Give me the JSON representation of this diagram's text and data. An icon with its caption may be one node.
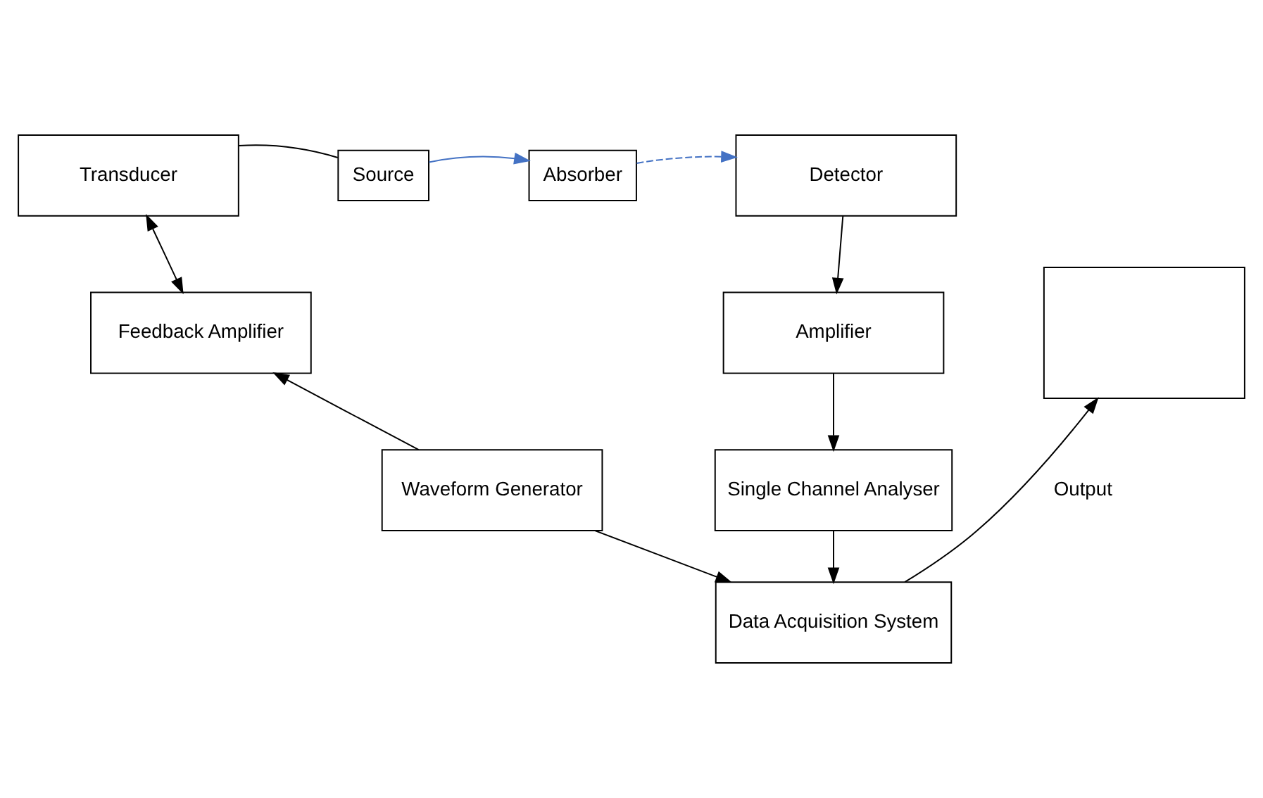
{
  "diagram": {
    "nodes": [
      {
        "text": [
          "Transducer"
        ]
      },
      {
        "text": [
          "Source"
        ]
      },
      {
        "text": [
          "Absorber"
        ]
      },
      {
        "text": [
          "Detector"
        ]
      },
      {
        "text": [
          "Feedback Amplifier"
        ]
      },
      {
        "text": [],
        "shape": "box"
      },
      {
        "text": [
          "Amplifier"
        ]
      },
      {
        "text": [
          "Waveform Generator"
        ]
      },
      {
        "text": [
          "Single Channel Analyser"
        ]
      },
      {
        "text": [
          "Data Acquisition System"
        ]
      }
    ],
    "edges": [
      {
        "from": 0,
        "to": 1,
        "arrow": "none"
      },
      {
        "from": 1,
        "to": 2,
        "arrow": "to",
        "color": "#4472c4"
      },
      {
        "from": 2,
        "to": 3,
        "arrow": "to",
        "style": "dashed",
        "color": "#4472c4"
      },
      {
        "from": 0,
        "to": 4,
        "arrow": "both"
      },
      {
        "from": 7,
        "to": 4,
        "arrow": "to"
      },
      {
        "from": 3,
        "to": 6,
        "arrow": "to"
      },
      {
        "from": 6,
        "to": 8,
        "arrow": "to"
      },
      {
        "from": 7,
        "to": 9,
        "arrow": "to"
      },
      {
        "from": 8,
        "to": 9,
        "arrow": "to"
      },
      {
        "from": 9,
        "to": 5,
        "arrow": "to",
        "label": "Output"
      }
    ]
  }
}
